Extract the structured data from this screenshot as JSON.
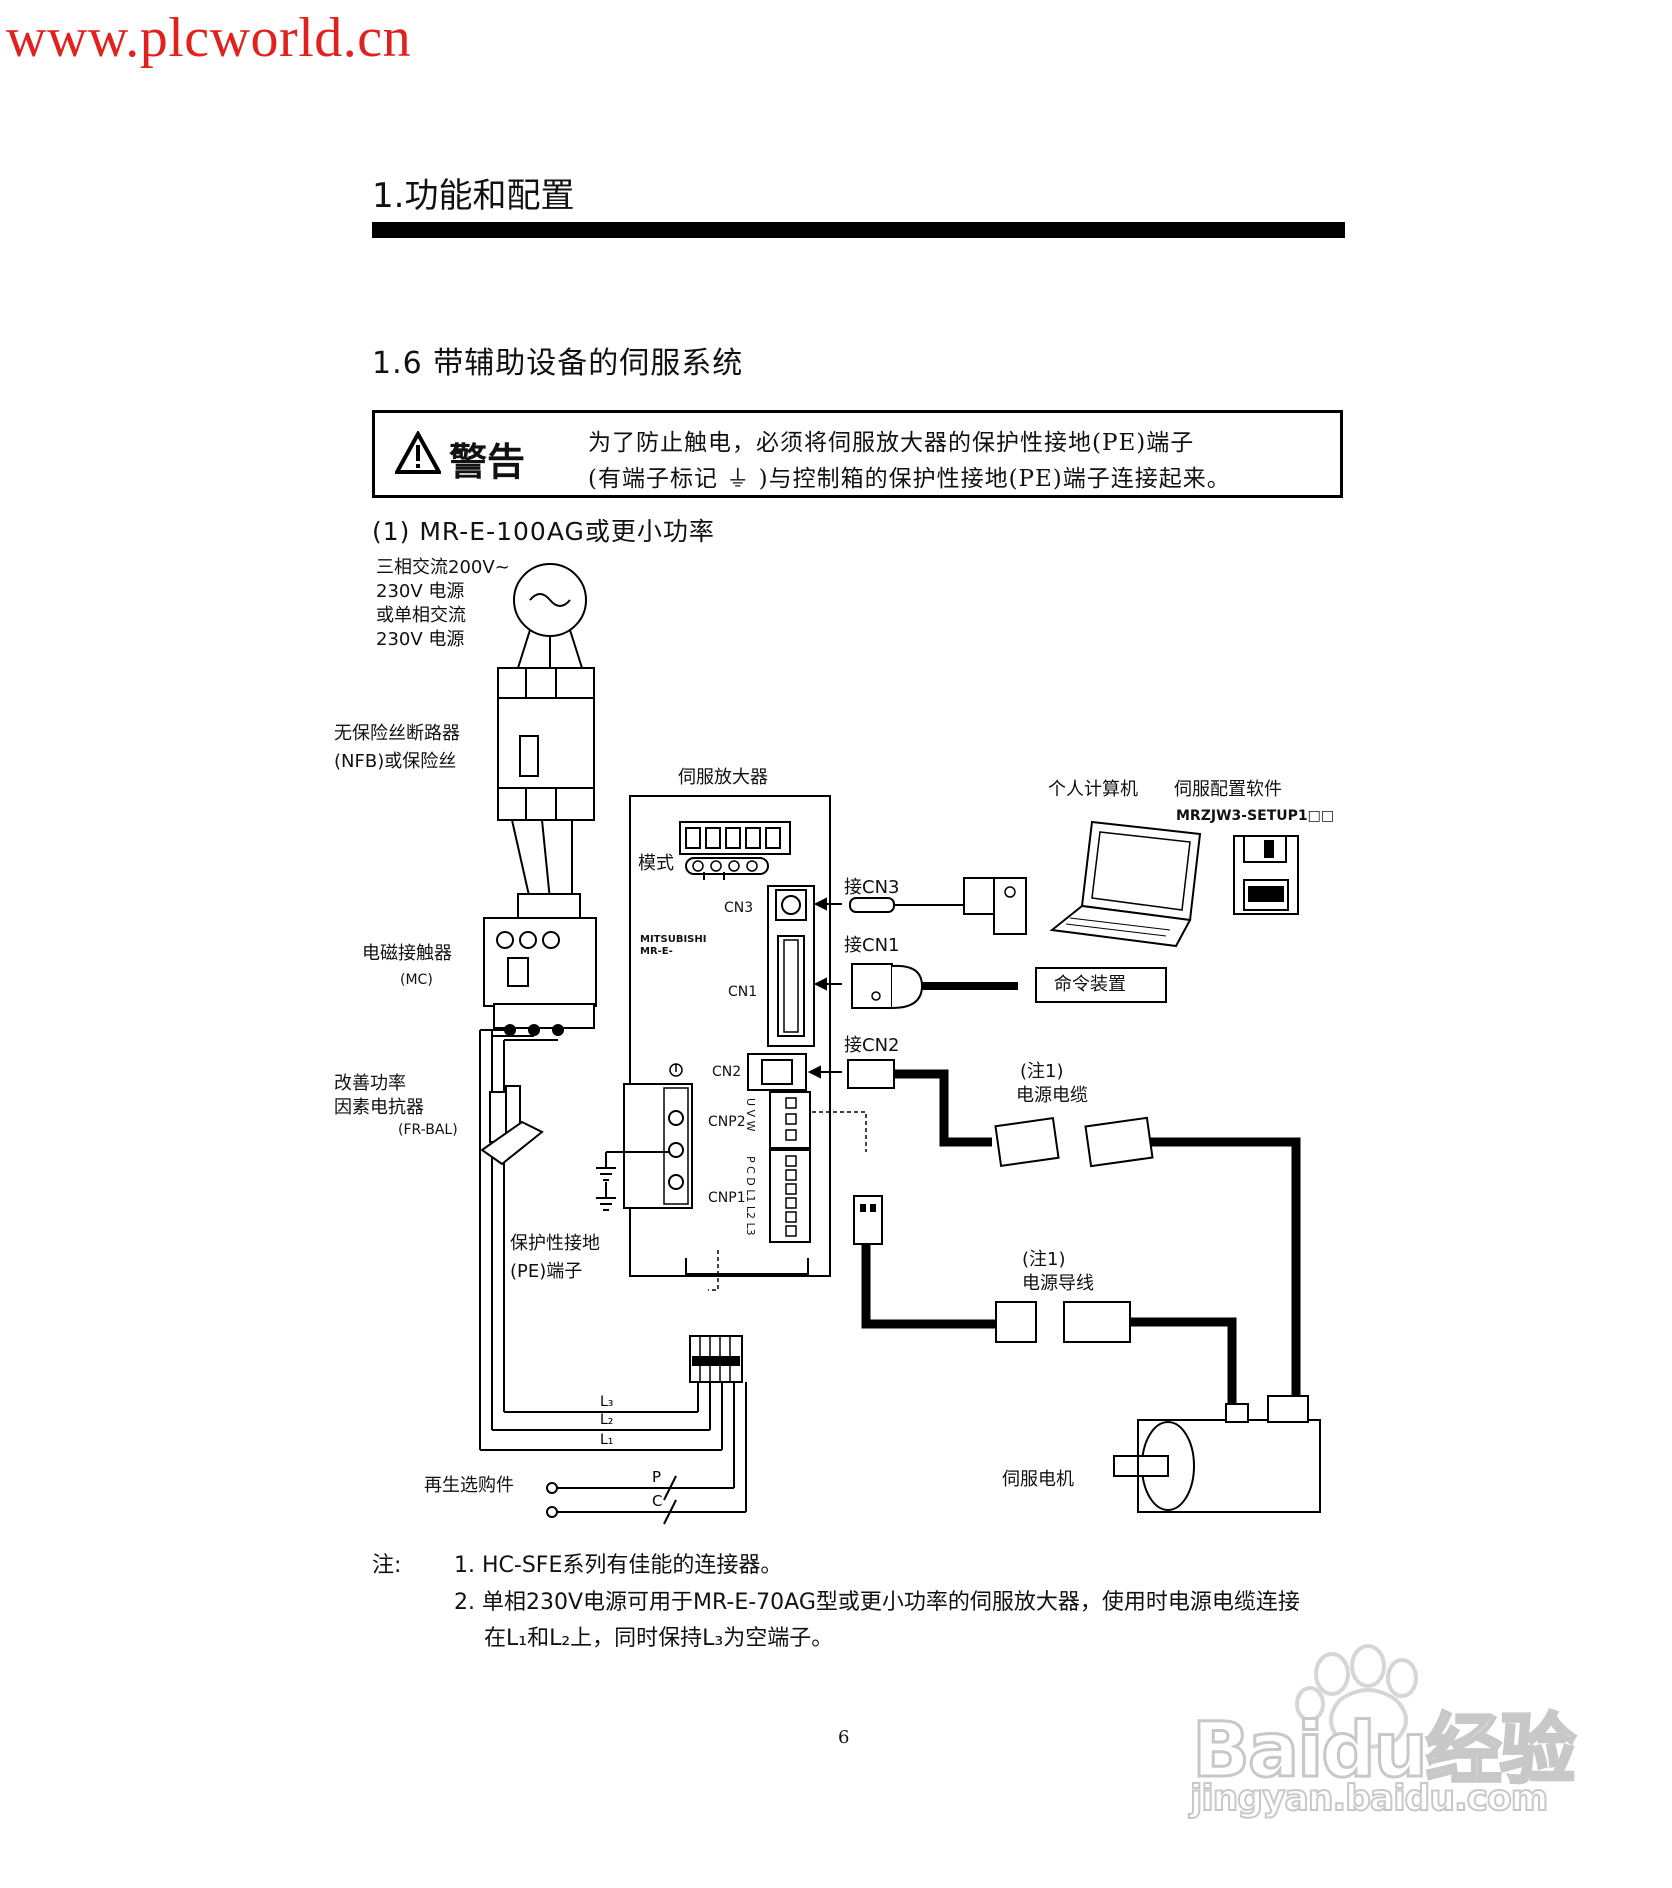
{
  "watermark": "www.plcworld.cn",
  "chapter_title": "1.功能和配置",
  "section_title": "1.6  带辅助设备的伺服系统",
  "warning": {
    "label": "警告",
    "line1": "为了防止触电，必须将伺服放大器的保护性接地(PE)端子",
    "line2": "(有端子标记  ⏚ )与控制箱的保护性接地(PE)端子连接起来。"
  },
  "subsection_title": "(1)  MR-E-100AG或更小功率",
  "diagram": {
    "power_source": [
      "三相交流200V~",
      "230V 电源",
      "或单相交流",
      "230V 电源"
    ],
    "breaker": [
      "无保险丝断路器",
      "(NFB)或保险丝"
    ],
    "contactor": [
      "电磁接触器",
      "(MC)"
    ],
    "reactor": [
      "改善功率",
      "因素电抗器",
      "(FR-BAL)"
    ],
    "amplifier_title": "伺服放大器",
    "mode_label": "模式",
    "brand": [
      "MITSUBISHI",
      "MR-E-"
    ],
    "cn3": "CN3",
    "cn1": "CN1",
    "cn2": "CN2",
    "cnp2": "CNP2",
    "cnp1": "CNP1",
    "cnp2_pins": "U V W",
    "cnp1_pins": "P C D L1 L2 L3",
    "pe_terminal": [
      "保护性接地",
      "(PE)端子"
    ],
    "connect_cn3": "接CN3",
    "connect_cn1": "接CN1",
    "connect_cn2": "接CN2",
    "pc_label": "个人计算机",
    "software_label": "伺服配置软件",
    "software_model": "MRZJW3-SETUP1□□",
    "command_device": "命令装置",
    "power_cable": [
      "(注1)",
      "电源电缆"
    ],
    "power_lead": [
      "(注1)",
      "电源导线"
    ],
    "servo_motor": "伺服电机",
    "regen_option": "再生选购件",
    "line_labels": [
      "L₃",
      "L₂",
      "L₁"
    ],
    "regen_labels": [
      "P",
      "C"
    ]
  },
  "notes": {
    "head": "注:",
    "note1": "1. HC-SFE系列有佳能的连接器。",
    "note2a": "2. 单相230V电源可用于MR-E-70AG型或更小功率的伺服放大器，使用时电源电缆连接",
    "note2b": "在L₁和L₂上，同时保持L₃为空端子。"
  },
  "page_number": "6",
  "baidu": {
    "word": "Baidu经验",
    "url": "jingyan.baidu.com"
  }
}
